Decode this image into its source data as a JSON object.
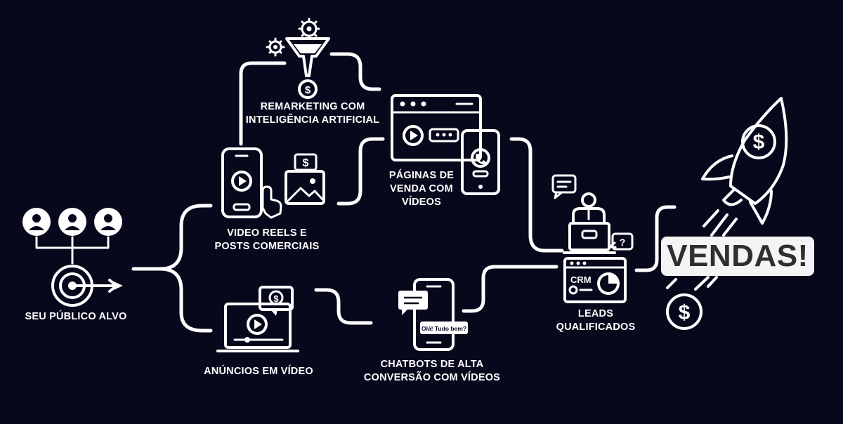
{
  "diagram": {
    "accent_color": "#ffffff",
    "background_color": "#07081c",
    "nodes": {
      "audience": {
        "label": "SEU PÚBLICO ALVO",
        "icon": "target-audience-icon"
      },
      "reels": {
        "label_line1": "VIDEO REELS E",
        "label_line2": "POSTS COMERCIAIS",
        "icon": "smartphone-video-icon"
      },
      "remarketing": {
        "label_line1": "REMARKETING COM",
        "label_line2": "INTELIGÊNCIA ARTIFICIAL",
        "icon": "funnel-gears-icon"
      },
      "pages": {
        "label_line1": "PÁGINAS DE",
        "label_line2": "VENDA COM",
        "label_line3": "VÍDEOS",
        "icon": "browser-phone-icon"
      },
      "ads": {
        "label": "ANÚNCIOS EM VÍDEO",
        "icon": "laptop-video-icon"
      },
      "chatbots": {
        "label_line1": "CHATBOTS DE ALTA",
        "label_line2": "CONVERSÃO COM VÍDEOS",
        "icon": "phone-chat-icon",
        "chat_text": "Olá! Tudo bem?"
      },
      "leads": {
        "label_line1": "LEADS",
        "label_line2": "QUALIFICADOS",
        "icon": "crm-agent-icon",
        "crm_text": "CRM"
      },
      "sales": {
        "label": "VENDAS!",
        "icon": "rocket-dollar-icon"
      }
    },
    "glyphs": {
      "dollar": "$",
      "question": "?"
    }
  }
}
